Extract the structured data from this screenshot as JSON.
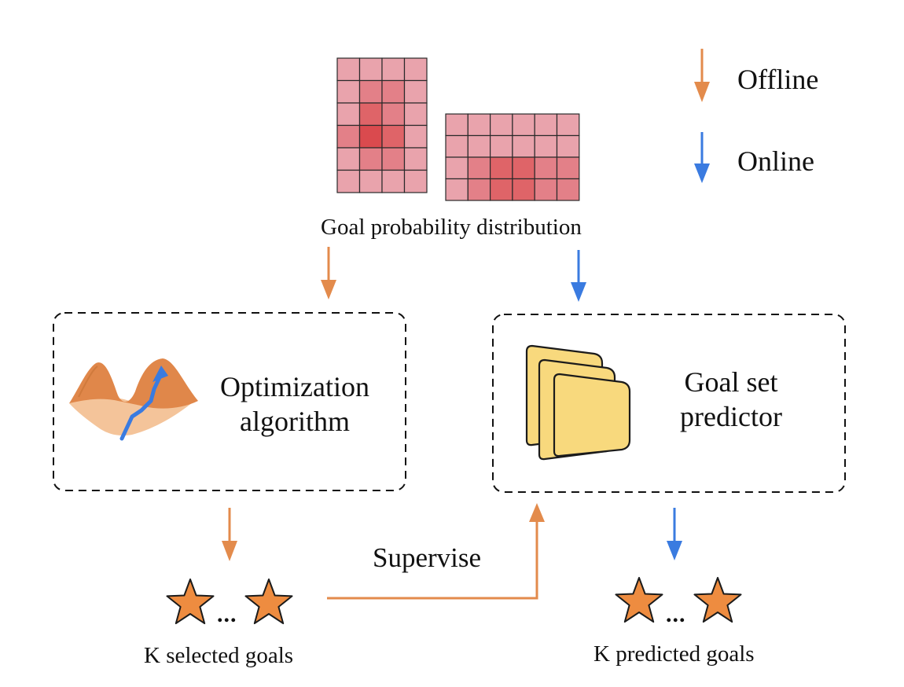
{
  "legend": {
    "offline_label": "Offline",
    "online_label": "Online",
    "offline_color": "#e38b4c",
    "online_color": "#3a7be0"
  },
  "heatmap": {
    "caption": "Goal probability distribution",
    "grid_left": {
      "rows": 6,
      "cols": 4,
      "intensity": [
        [
          0,
          0,
          0,
          0
        ],
        [
          0,
          1,
          1,
          0
        ],
        [
          0,
          2,
          1,
          0
        ],
        [
          1,
          3,
          2,
          0
        ],
        [
          0,
          1,
          1,
          0
        ],
        [
          0,
          0,
          0,
          0
        ]
      ]
    },
    "grid_right": {
      "rows": 4,
      "cols": 6,
      "intensity": [
        [
          0,
          0,
          0,
          0,
          0,
          0
        ],
        [
          0,
          0,
          0,
          0,
          0,
          0
        ],
        [
          0,
          1,
          2,
          2,
          1,
          1
        ],
        [
          0,
          1,
          2,
          2,
          1,
          1
        ]
      ]
    },
    "palette": [
      "#e9a3ac",
      "#e38088",
      "#df6468",
      "#da4a4e"
    ],
    "border_color": "#2a2a2a"
  },
  "boxes": {
    "optimization": {
      "line1": "Optimization",
      "line2": "algorithm"
    },
    "predictor": {
      "line1": "Goal set",
      "line2": "predictor"
    }
  },
  "goals": {
    "selected_caption": "K selected goals",
    "predicted_caption": "K predicted goals",
    "ellipsis": "...",
    "star_color": "#ee8c40"
  },
  "supervise_label": "Supervise",
  "colors": {
    "orange": "#e38b4c",
    "blue": "#3a7be0",
    "card_fill": "#f8d97d",
    "card_stroke": "#1b1b1b",
    "surface_dark": "#e0874a",
    "surface_light": "#f4c49a"
  }
}
